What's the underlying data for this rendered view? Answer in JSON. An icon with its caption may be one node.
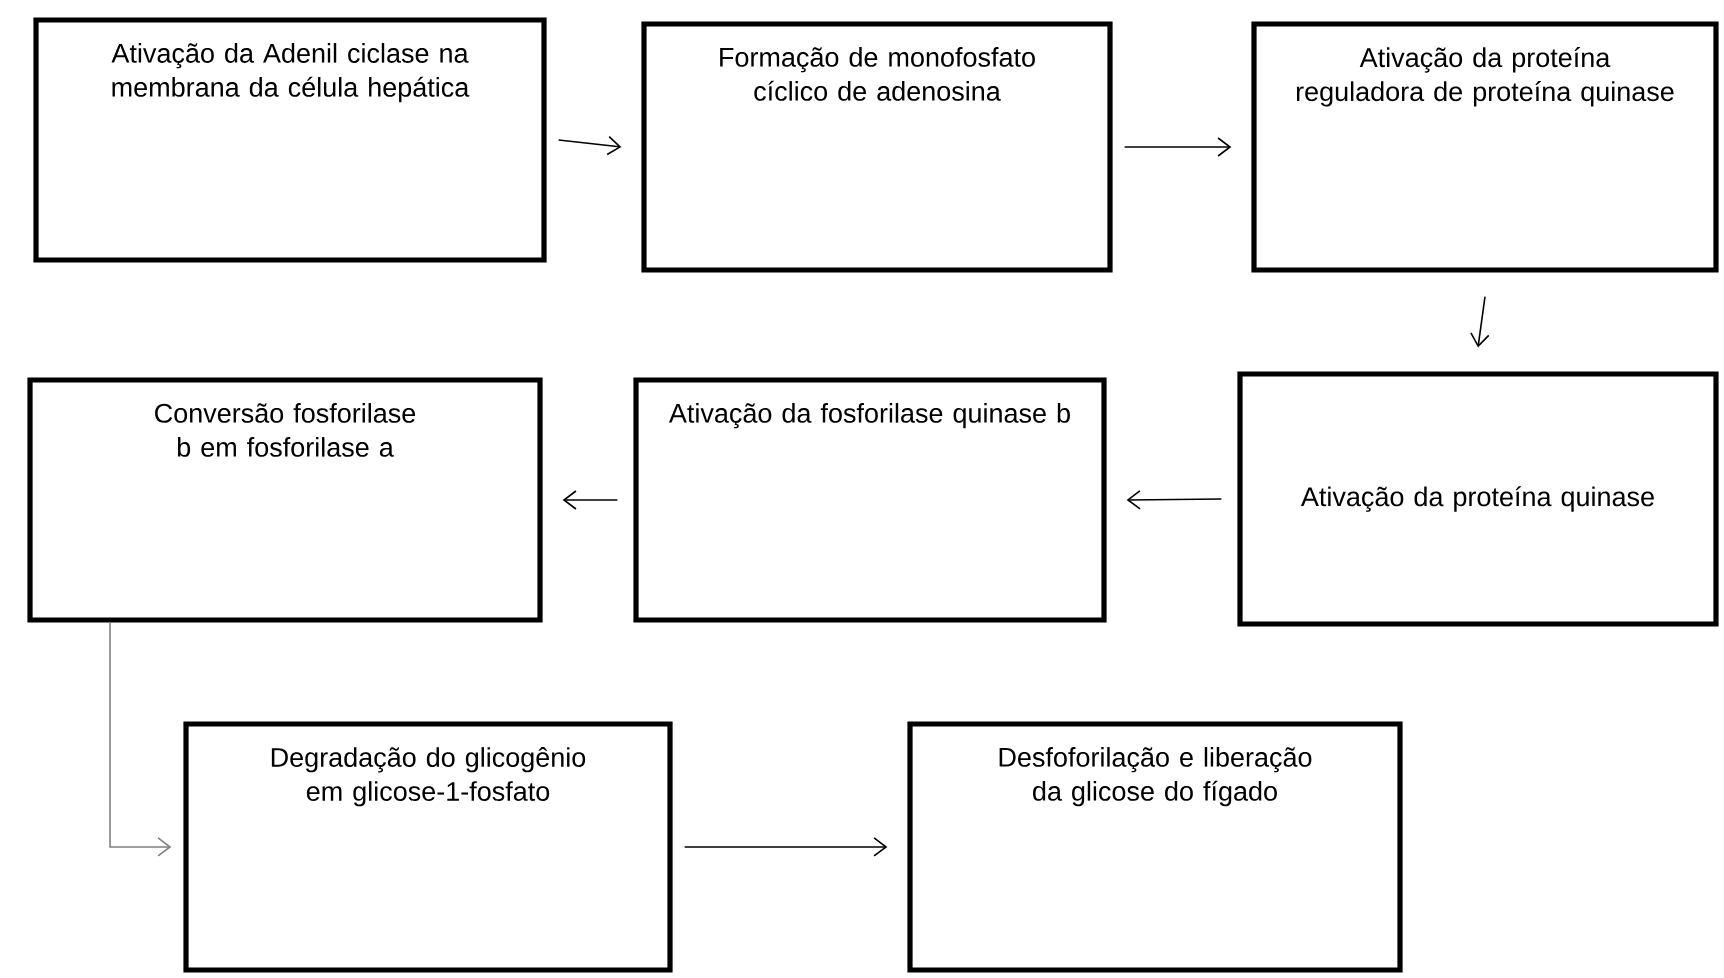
{
  "diagram": {
    "nodes": [
      {
        "text": [
          "Ativação da Adenil ciclase na membrana da célula hepática"
        ]
      },
      {
        "text": [
          "Formação de monofosfato cíclico de adenosina"
        ]
      },
      {
        "text": [
          "Ativação da proteína reguladora de proteína quinase"
        ]
      },
      {
        "text": [
          "Ativação da proteína quinase"
        ]
      },
      {
        "text": [
          "Ativação da fosforilase quinase b"
        ]
      },
      {
        "text": [
          "Conversão fosforilase b em fosforilase a"
        ]
      },
      {
        "text": [
          "Degradação do glicogênio em glicose-1-fosfato"
        ]
      },
      {
        "text": [
          "Desfoforilação e liberação da glicose do fígado"
        ]
      }
    ],
    "edges": [
      {
        "from": 0,
        "to": 1,
        "arrow": "to"
      },
      {
        "from": 1,
        "to": 2,
        "arrow": "to"
      },
      {
        "from": 2,
        "to": 3,
        "arrow": "to"
      },
      {
        "from": 3,
        "to": 4,
        "arrow": "to"
      },
      {
        "from": 4,
        "to": 5,
        "arrow": "to"
      },
      {
        "from": 5,
        "to": 6,
        "arrow": "to",
        "color": "#808080"
      },
      {
        "from": 6,
        "to": 7,
        "arrow": "to"
      }
    ]
  }
}
